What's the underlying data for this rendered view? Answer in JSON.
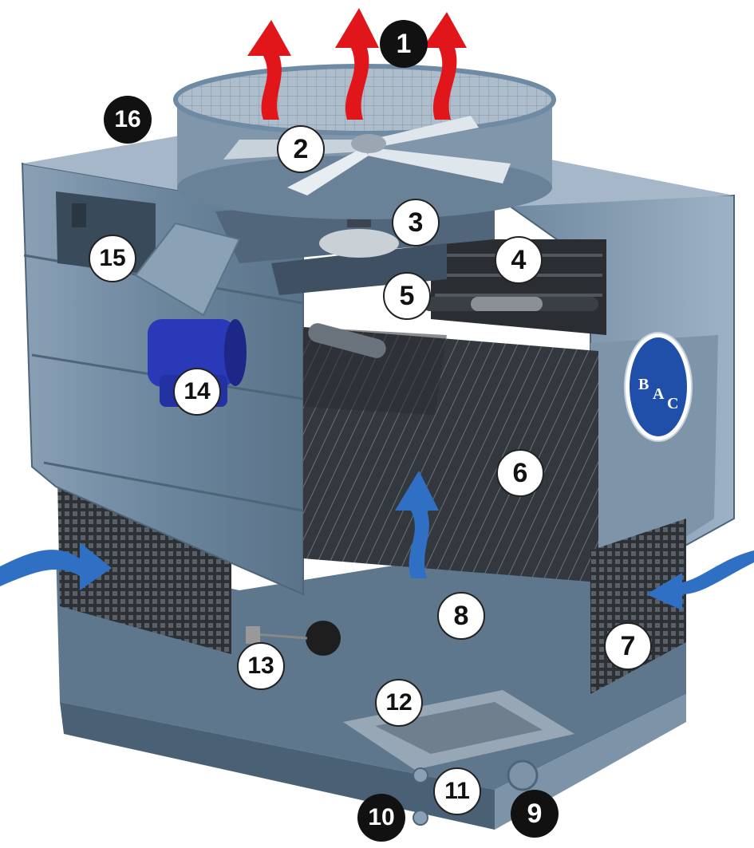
{
  "logo": {
    "text": "BAC",
    "letters": [
      "B",
      "A",
      "C"
    ]
  },
  "callouts": [
    {
      "label": "1",
      "style": "dark"
    },
    {
      "label": "2",
      "style": "light"
    },
    {
      "label": "3",
      "style": "light"
    },
    {
      "label": "4",
      "style": "light"
    },
    {
      "label": "5",
      "style": "light"
    },
    {
      "label": "6",
      "style": "light"
    },
    {
      "label": "7",
      "style": "light"
    },
    {
      "label": "8",
      "style": "light"
    },
    {
      "label": "9",
      "style": "dark"
    },
    {
      "label": "10",
      "style": "dark"
    },
    {
      "label": "11",
      "style": "light"
    },
    {
      "label": "12",
      "style": "light"
    },
    {
      "label": "13",
      "style": "light"
    },
    {
      "label": "14",
      "style": "light"
    },
    {
      "label": "15",
      "style": "light"
    },
    {
      "label": "16",
      "style": "dark"
    }
  ],
  "colors": {
    "casing": "#6f8aa3",
    "casing_dark": "#4e6579",
    "casing_light": "#9bb0c3",
    "fill_media": "#3a3f45",
    "hot_air_arrow": "#e0161b",
    "cool_air_arrow": "#2f6fc4",
    "motor": "#2a39b8",
    "logo_blue": "#1f4fa8"
  }
}
